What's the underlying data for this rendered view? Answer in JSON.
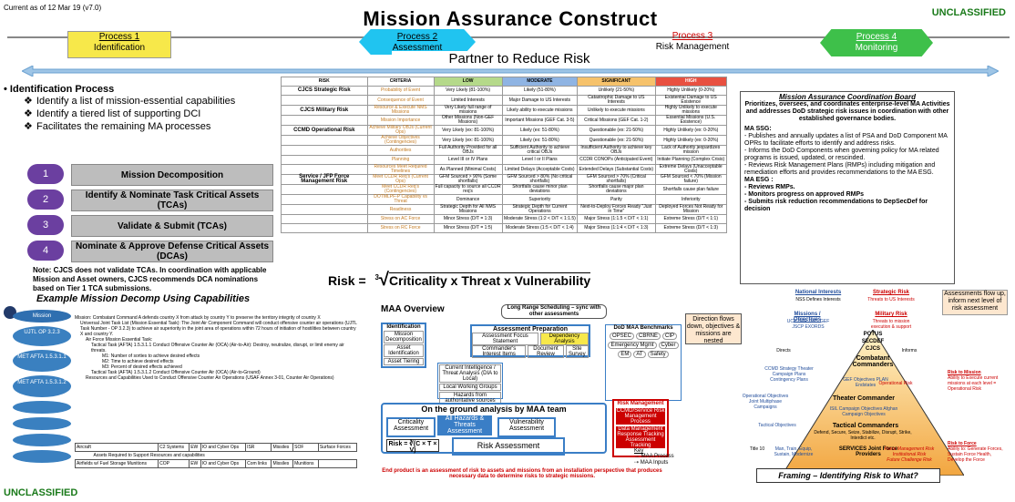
{
  "header": {
    "current": "Current as of 12 Mar 19 (v7.0)",
    "title": "Mission Assurance Construct",
    "classification": "UNCLASSIFIED"
  },
  "processes": [
    {
      "label": "Process 1",
      "name": "Identification"
    },
    {
      "label": "Process 2",
      "name": "Assessment"
    },
    {
      "label": "Process 3",
      "name": "Risk Management"
    },
    {
      "label": "Process 4",
      "name": "Monitoring"
    }
  ],
  "partner": "Partner to Reduce Risk",
  "identification": {
    "title": "Identification Process",
    "items": [
      "Identify a list of mission-essential capabilities",
      "Identify a tiered list of supporting DCI",
      "Facilitates the remaining MA processes"
    ]
  },
  "steps": [
    {
      "num": "1",
      "label": "Mission Decomposition"
    },
    {
      "num": "2",
      "label": "Identify & Nominate Task Critical Assets (TCAs)"
    },
    {
      "num": "3",
      "label": "Validate & Submit (TCAs)"
    },
    {
      "num": "4",
      "label": "Nominate & Approve Defense Critical Assets (DCAs)"
    }
  ],
  "note": "Note: CJCS does not validate TCAs. In coordination with applicable Mission and Asset owners, CJCS recommends DCA nominations based on Tier 1 TCA submissions.",
  "risk_table": {
    "headers": [
      "RISK",
      "CRITERIA",
      "LOW",
      "MODERATE",
      "SIGNIFICANT",
      "HIGH"
    ],
    "rows": [
      {
        "group": "CJCS Strategic Risk",
        "crit": "Probability of Event",
        "low": "Very Likely (81-100%)",
        "mod": "Likely (51-80%)",
        "sig": "Unlikely (21-50%)",
        "hi": "Highly Unlikely (0-20%)"
      },
      {
        "group": "",
        "crit": "Consequence of Event",
        "low": "Limited Interests",
        "mod": "Major Damage to US Interests",
        "sig": "Catastrophic Damage to US Interests",
        "hi": "Existential Damage to US Existence"
      },
      {
        "group": "CJCS Military Risk",
        "crit": "Resource & Execute NMS Missions",
        "low": "Very Likely full range of missions",
        "mod": "Likely ability to execute missions",
        "sig": "Unlikely to execute missions",
        "hi": "Highly Unlikely to execute missions"
      },
      {
        "group": "",
        "crit": "Mission Importance",
        "low": "Other Missions (Non-GEF Missions)",
        "mod": "Important Missions (GEF Cat. 3-5)",
        "sig": "Critical Missions (GEF Cat. 1-2)",
        "hi": "Essential Missions (U.S. Existence)"
      },
      {
        "group": "CCMD Operational Risk",
        "crit": "Achieve Military OBJs (Current Ops)",
        "low": "Very Likely (ex: 81-100%)",
        "mod": "Likely (ex: 51-80%)",
        "sig": "Questionable (ex: 21-50%)",
        "hi": "Highly Unlikely (ex: 0-20%)"
      },
      {
        "group": "",
        "crit": "Achieve Objectives (Contingencies)",
        "low": "Very Likely (ex: 81-100%)",
        "mod": "Likely (ex: 51-80%)",
        "sig": "Questionable (ex: 21-50%)",
        "hi": "Highly Unlikely (ex: 0-20%)"
      },
      {
        "group": "",
        "crit": "Authorities",
        "low": "Full Authority Provided for all OBJs",
        "mod": "Sufficient Authority to achieve critical OBJs",
        "sig": "Insufficient Authority to achieve key OBJs",
        "hi": "Lack of Authority jeopardizes mission"
      },
      {
        "group": "",
        "crit": "Planning",
        "low": "Level III or IV Plans",
        "mod": "Level I or II Plans",
        "sig": "CCDR CONOPs (Anticipated Event)",
        "hi": "Initiate Planning (Complex Crisis)"
      },
      {
        "group": "",
        "crit": "Resources Meet Required Timelines",
        "low": "As Planned (Minimal Costs)",
        "mod": "Limited Delays (Acceptable Costs)",
        "sig": "Extended Delays (Substantial Costs)",
        "hi": "Extreme Delays (Unacceptable Costs)"
      },
      {
        "group": "Service / JFP Force Management Risk",
        "crit": "Meet CCDR Req's (Current Ops)",
        "low": "GFM Sourced > 90% (Some shortfalls)",
        "mod": "GFM Sourced > 80% (No critical shortfalls)",
        "sig": "GFM Sourced > 70% (Critical shortfalls)",
        "hi": "GFM Sourced < 70% (Mission failure)"
      },
      {
        "group": "",
        "crit": "Meet CCDR Req's (Contingencies)",
        "low": "Full capacity to source all CCDR req's",
        "mod": "Shortfalls cause minor plan deviations",
        "sig": "Shortfalls cause major plan deviations",
        "hi": "Shortfalls cause plan failure"
      },
      {
        "group": "",
        "crit": "DOTMLPF-P Capability vs Threat",
        "low": "Dominance",
        "mod": "Superiority",
        "sig": "Parity",
        "hi": "Inferiority"
      },
      {
        "group": "",
        "crit": "Readiness",
        "low": "Strategic Depth for All NMS Missions",
        "mod": "Strategic Depth for Current Operations",
        "sig": "Next-to-Deploy Forces Ready \"Just in Time\"",
        "hi": "Deployed Forces Not Ready for Mission"
      },
      {
        "group": "",
        "crit": "Stress on AC Force",
        "low": "Minor Stress (D/T = 1:3)",
        "mod": "Moderate Stress (1:2 < D/T < 1:1.5)",
        "sig": "Major Stress (1:1.5 < D/T < 1:1)",
        "hi": "Extreme Stress (D/T < 1:1)"
      },
      {
        "group": "",
        "crit": "Stress on RC Force",
        "low": "Minor Stress (D/T = 1:5)",
        "mod": "Moderate Stress (1:5 < D/T < 1:4)",
        "sig": "Major Stress (1:1:4 < D/T < 1:3)",
        "hi": "Extreme Stress (D/T < 1:3)"
      }
    ]
  },
  "risk_equation": {
    "lhs": "Risk =",
    "root": "3",
    "rhs": "Criticality x Threat x Vulnerability"
  },
  "macb": {
    "title": "Mission Assurance Coordination Board",
    "intro": "Prioritizes, oversees, and coordinates enterprise-level MA Activities and addresses DoD strategic risk issues in coordination with other established governance bodies.",
    "ssg_title": "MA SSG:",
    "ssg_items": [
      "- Publishes and annually updates a list of PSA and DoD Component MA OPRs to facilitate efforts to identify and address risks.",
      "- Informs the DoD Components when governing policy for MA related programs is issued, updated, or rescinded.",
      "- Reviews Risk Management Plans (RMPs) including mitigation and remediation efforts and provides recommendations to the MA ESG."
    ],
    "esg_title": "MA ESG :",
    "esg_items": [
      "- Reviews RMPs.",
      "- Monitors progress on approved RMPs",
      "- Submits risk reduction recommendations to DepSecDef for decision"
    ]
  },
  "example": {
    "title": "Example Mission Decomp Using Capabilities",
    "ovals": [
      "Mission",
      "UJTL OP 3.2.3",
      "MET AFTA 1.5.3.1.1",
      "MET AFTA 1.5.3.1.2"
    ],
    "mission": "Mission: Combatant Command A defends country X from attack by country Y to preserve the territory integrity of country X",
    "lines": [
      "Universal Joint Task List (Mission Essential Task): The Joint Air Component Command will conduct offensive counter air operations (UJTL Task Number - OP 3.2.3) to achieve air superiority in the joint area of operations within 72 hours of initiation of hostilities between country X and country Y.",
      "Air Force Mission Essential Task:",
      "Tactical Task (AFTA) 1.5.3.1.1 Conduct Offensive Counter Air (OCA) (Air-to-Air): Destroy, neutralize, disrupt, or limit enemy air threats.",
      "M1: Number of sorties to achieve desired effects",
      "M2: Time to achieve desired effects",
      "M3: Percent of desired effects achieved",
      "Tactical Task (AFTA) 1.5.3.1.2 Conduct Offensive Counter Air (OCA) (Air-to-Ground)",
      "Resources and Capabilities Used to Conduct Offensive Counter Air Operations (USAF Annex 3-01, Counter Air Operations)"
    ],
    "table": [
      [
        "Aircraft",
        "C2 Systems",
        "EW",
        "IO and Cyber Ops",
        "ISR",
        "Missiles",
        "SOF",
        "Surface Forces"
      ],
      [
        "Airfields w/ Fuel Storage Munitions",
        "COP",
        "EW",
        "IO and Cyber Ops",
        "Com links",
        "Missiles",
        "Munitions",
        ""
      ]
    ],
    "assets": "Assets Required to Support Resources and capabilities"
  },
  "maa": {
    "title": "MAA Overview",
    "long_range": "Long Range Scheduling – sync with other assessments",
    "identification": "Identification",
    "id_items": [
      "Mission Decomposition",
      "Asset Identification",
      "Asset Tiering"
    ],
    "prep": "Assessment Preparation",
    "prep_items": [
      "Assessment Focus Statement",
      "Dependency Analysis",
      "Commander's Interest Items",
      "Document Review",
      "Site Survey"
    ],
    "intel": "Current Intelligence / Threat Analysis (DIA to Local)",
    "lwg": "Local Working Groups",
    "hazards": "Hazards from authoritative sources",
    "benchmarks": "DoD MAA Benchmarks",
    "bench_items": [
      "OPSEC",
      "CBRNE",
      "CIP",
      "Emergency Mgmt",
      "Cyber",
      "EM",
      "AT",
      "Safety"
    ],
    "direction": "Direction flows down, objectives & missions are nested",
    "ground": "On the ground analysis by MAA team",
    "crit": "Criticality Assessment",
    "haz": "All Hazards & Threats Assessment",
    "vuln": "Vulnerability Assessment",
    "risk_formula": "Risk = ∛(C × T × V)",
    "risk_assess": "Risk Assessment",
    "risk_mgmt": "Risk Management",
    "rm_items": [
      "CCMD/Service Risk Management Process",
      "Data Management Response Tracking Assessment Tracking"
    ],
    "key": "Key",
    "key1": "MAA Process",
    "key2": "MAA Inputs",
    "endnote": "End product is an assessment of risk to assets and missions from an installation perspective that produces necessary data to determine risks to strategic missions."
  },
  "pyramid": {
    "national": "National Interests",
    "nss": "NSS Defines Interests",
    "strategic_risk": "Strategic Risk",
    "threats_us": "Threats to US Interests",
    "missions": "Missions / Objectives",
    "mission_list": "UCP DSR DMS GEF JSCP EXORDS",
    "military_risk": "Military Risk",
    "mil_desc": "Threats to mission execution & support",
    "potus": "POTUS",
    "secdef": "SECDEF",
    "cjcs": "CJCS",
    "combatant": "Combatant Commanders",
    "ccmd_strategy": "CCMD Strategy Theater Campaign Plans Contingency Plans",
    "gef": "GEF Objectives PLAN Endstates",
    "op_objectives": "Operational Objectives Joint Multiphase Campaigns",
    "theater": "Theater Commander",
    "op_risk": "Operational Risk",
    "isl": "ISIL Campaign Objectives Afghan Campaign Objectives",
    "tac_objectives": "Tactical Objectives",
    "tactical": "Tactical Commanders",
    "tac_tasks": "Defend, Secure, Seize, Stabilize, Disrupt, Strike, Interdict etc.",
    "title10": "Title 10",
    "services": "SERVICES Joint Force Providers",
    "services_tasks": "Man, Train, Equip, Sustain, Modernize",
    "assessments": "Assessments flow up, inform next level of risk assessment",
    "risk_mission": "Risk to Mission",
    "risk_mission_desc": "Ability to Execute current missions at each level = Operational Risk",
    "risk_force": "Risk to Force",
    "risk_force_desc": "Ability to: Generate Forces, Sustain Force Health, Develop the Force",
    "directs": "Directs",
    "informs": "Informs",
    "fmr": "Force Management Risk",
    "inst": "Institutional Risk",
    "fcr": "Future Challenge Risk",
    "framing": "Framing – Identifying Risk to What?"
  },
  "footer": {
    "classification": "UNCLASSIFIED"
  }
}
